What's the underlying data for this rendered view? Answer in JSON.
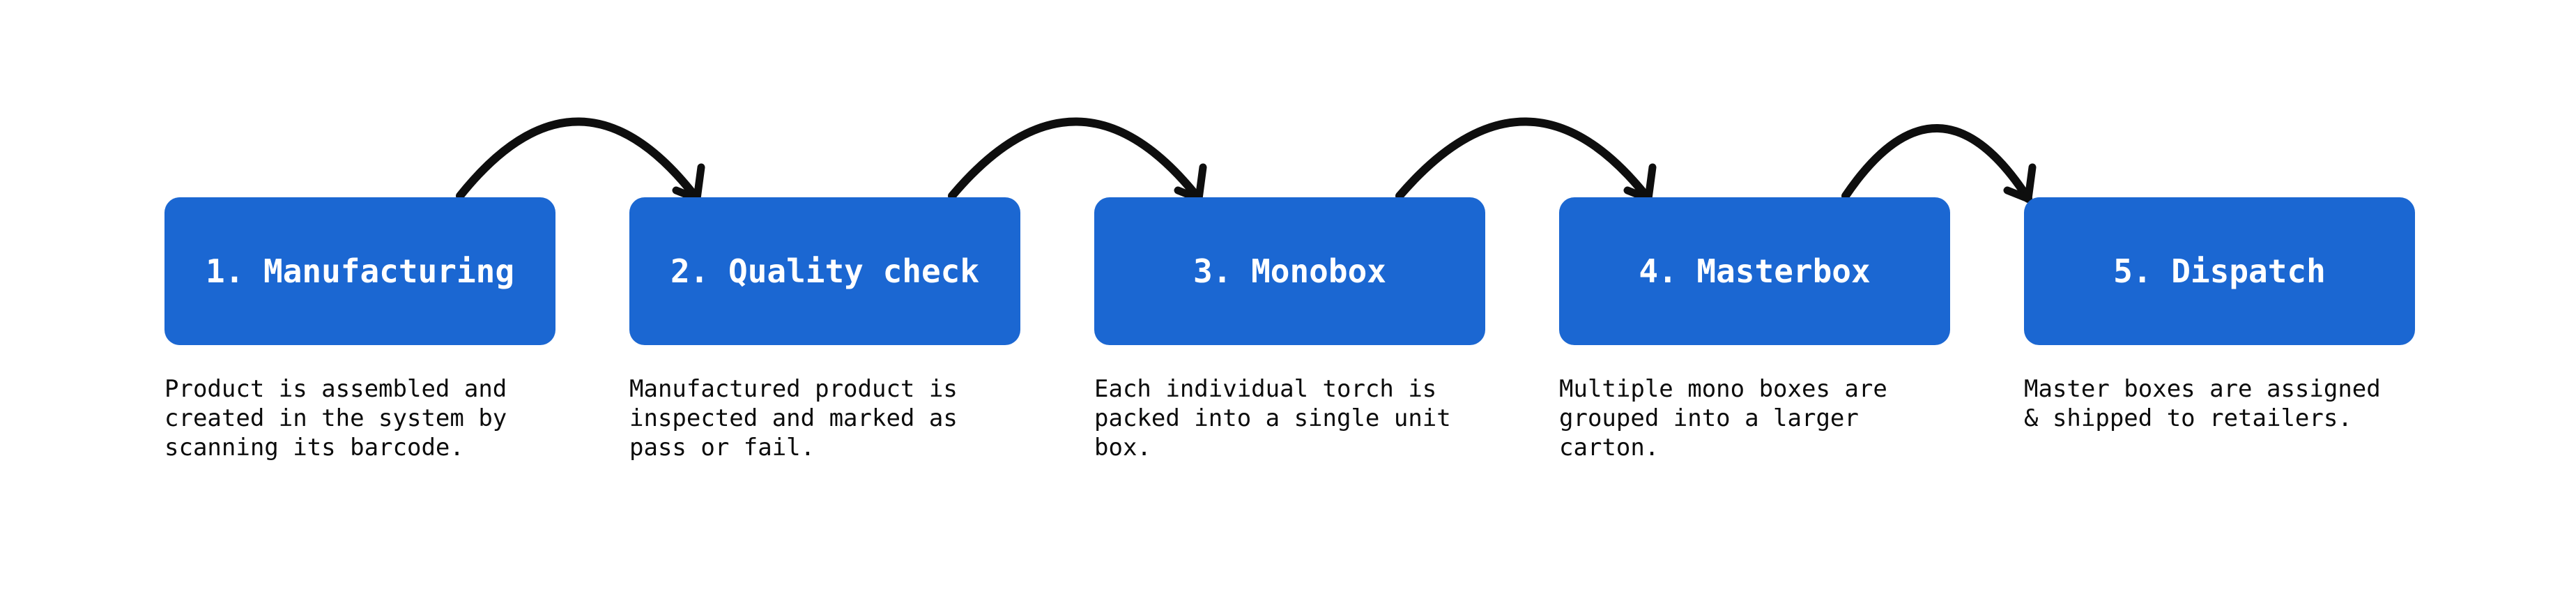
{
  "diagram": {
    "title_semantic": "product-packaging-process-flow",
    "colors": {
      "background": "#ffffff",
      "box": "#1b67d2",
      "box_text": "#ffffff",
      "description_text": "#0c0c0c",
      "arrow": "#0e0e0e"
    },
    "steps": [
      {
        "label": "1. Manufacturing",
        "description": "Product is assembled and\ncreated in the system by\nscanning its barcode."
      },
      {
        "label": "2. Quality check",
        "description": "Manufactured product is\ninspected and marked as\npass or fail."
      },
      {
        "label": "3. Monobox",
        "description": "Each individual torch is\npacked into a single unit\nbox."
      },
      {
        "label": "4. Masterbox",
        "description": "Multiple mono boxes are\ngrouped into a larger\ncarton."
      },
      {
        "label": "5. Dispatch",
        "description": "Master boxes are assigned\n& shipped to retailers."
      }
    ]
  }
}
